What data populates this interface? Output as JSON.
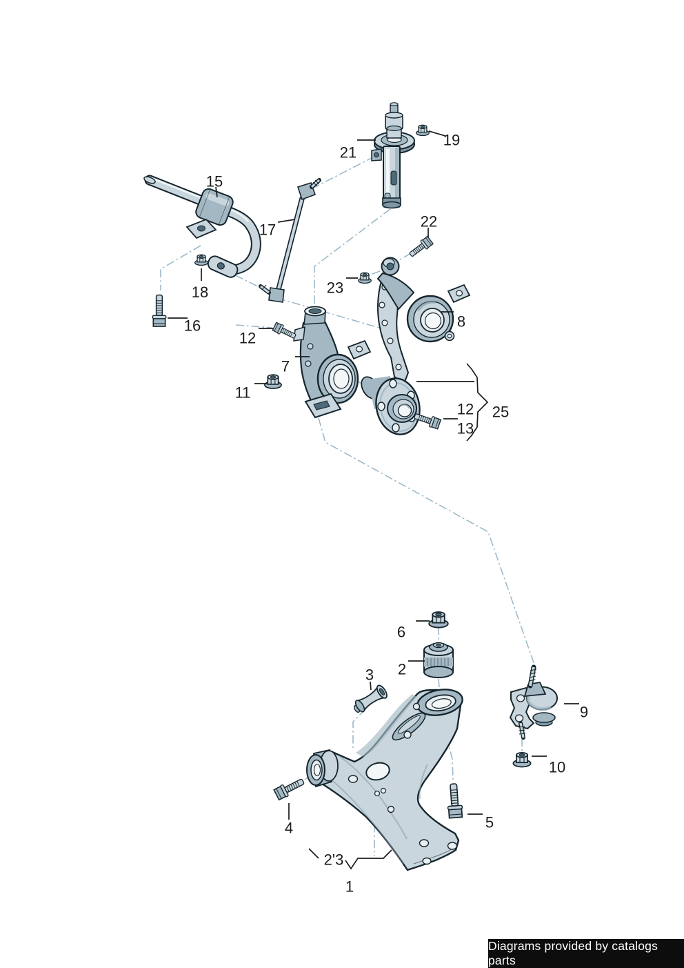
{
  "colors": {
    "background": "#ffffff",
    "outline": "#16262e",
    "part_light": "#c9d6dd",
    "part_mid": "#a3b8c3",
    "part_dark": "#7e97a4",
    "part_deep": "#4e6a78",
    "bore_light": "#e8eef1",
    "highlight": "#f4f7f8",
    "dash_line": "#9db9c9",
    "leader": "#1c1c1c",
    "label_text": "#1c1c1c",
    "footer_bg": "#0d0d0d",
    "footer_text": "#ffffff"
  },
  "diagram": {
    "callouts": {
      "c21": "21",
      "c19": "19",
      "c15": "15",
      "c17": "17",
      "c18": "18",
      "c16": "16",
      "c22": "22",
      "c23": "23",
      "c8": "8",
      "c12_upper": "12",
      "c7": "7",
      "c11": "11",
      "c25": "25",
      "c12_lower": "12",
      "c13": "13",
      "c6": "6",
      "c2": "2",
      "c3": "3",
      "c9": "9",
      "c10": "10",
      "c4": "4",
      "c5": "5",
      "c2_3": "2'3",
      "c1": "1"
    }
  },
  "footer": {
    "text": "Diagrams provided by catalogs parts"
  }
}
